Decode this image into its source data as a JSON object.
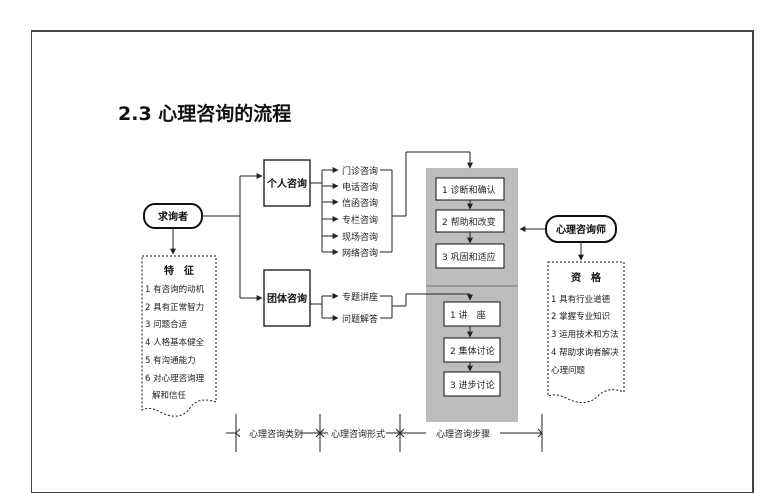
{
  "title": "2.3 心理咨询的流程",
  "seeker": {
    "label": "求询者"
  },
  "counselor": {
    "label": "心理咨询师"
  },
  "features": {
    "heading": "特　征",
    "items": [
      "1 有咨询的动机",
      "2 具有正常智力",
      "3 问题合适",
      "4 人格基本健全",
      "5 有沟通能力",
      "6  对心理咨询理",
      "解和信任"
    ]
  },
  "qualifications": {
    "heading": "资　格",
    "items": [
      "1 具有行业道德",
      "2 掌握专业知识",
      "3 运用技术和方法",
      "4 帮助求询者解决",
      "心理问题"
    ]
  },
  "individual": {
    "label": "个人咨询",
    "forms": [
      "门诊咨询",
      "电话咨询",
      "信函咨询",
      "专栏咨询",
      "现场咨询",
      "网络咨询"
    ]
  },
  "group": {
    "label": "团体咨询",
    "forms": [
      "专题讲座",
      "问题解答"
    ]
  },
  "steps_individual": [
    "1 诊断和确认",
    "2 帮助和改变",
    "3  巩固和适应"
  ],
  "steps_group": [
    "1  讲　座",
    "2  集体讨论",
    "3  进步讨论"
  ],
  "bottom_labels": [
    "心理咨询类别",
    "心理咨询形式",
    "心理咨询步骤"
  ]
}
